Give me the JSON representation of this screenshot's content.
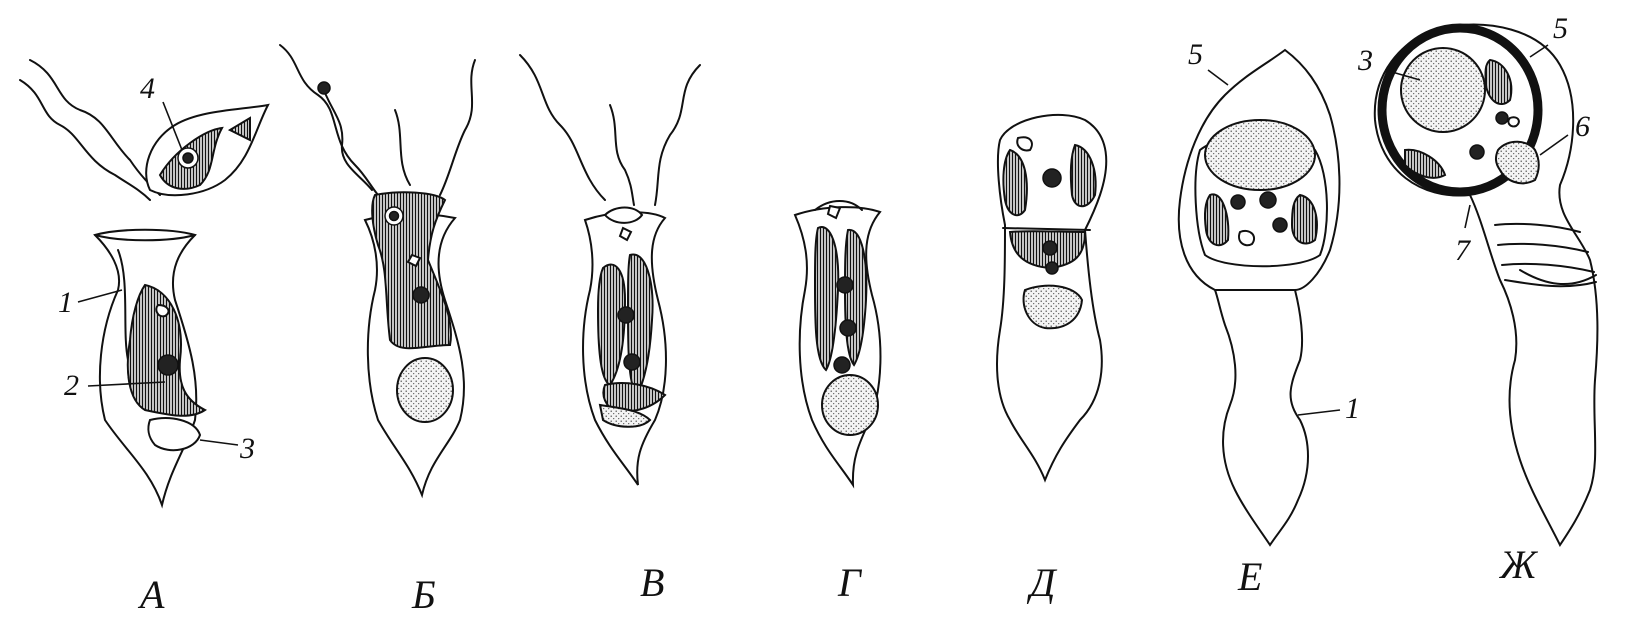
{
  "figure": {
    "stages": [
      {
        "id": "A",
        "label": "А"
      },
      {
        "id": "B",
        "label": "Б"
      },
      {
        "id": "V",
        "label": "В"
      },
      {
        "id": "G",
        "label": "Г"
      },
      {
        "id": "D",
        "label": "Д"
      },
      {
        "id": "E",
        "label": "Е"
      },
      {
        "id": "Zh",
        "label": "Ж"
      }
    ],
    "callouts": {
      "a1": "1",
      "a2": "2",
      "a3": "3",
      "a4": "4",
      "e5": "5",
      "e1": "1",
      "zh5": "5",
      "zh3": "3",
      "zh6": "6",
      "zh7": "7"
    }
  }
}
